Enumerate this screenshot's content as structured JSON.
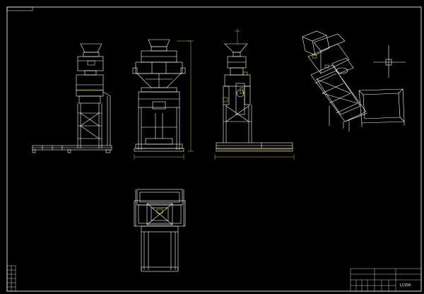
{
  "title_block": {
    "drawing_title": "",
    "drawing_number": "LCS50"
  },
  "colors": {
    "background": "#000000",
    "frame": "#ffffff",
    "geometry": "#ffffff",
    "dimension": "#ffff00",
    "secondary": "#c0c0c0"
  },
  "views": [
    {
      "name": "side-view-left"
    },
    {
      "name": "front-view"
    },
    {
      "name": "side-view-right"
    },
    {
      "name": "isometric-view"
    },
    {
      "name": "top-view"
    }
  ]
}
